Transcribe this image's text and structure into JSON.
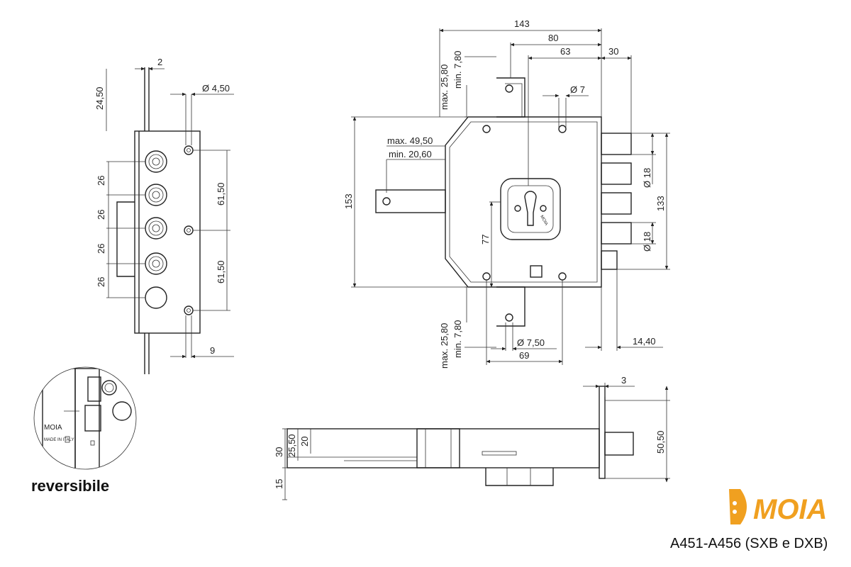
{
  "brand": {
    "name": "MOIA",
    "color": "#f0a020"
  },
  "model": "A451-A456 (SXB e DXB)",
  "badge": "reversibile",
  "inset": {
    "label_brand": "MOIA",
    "label_made": "MADE IN ITALY"
  },
  "lock_marking": "MOIA",
  "side_view": {
    "top_thickness": "2",
    "hole_dia": "Ø 4,50",
    "top_offset": "24,50",
    "bolt_pitch": [
      "26",
      "26",
      "26",
      "26"
    ],
    "hole_spacing": [
      "61,50",
      "61,50"
    ],
    "bottom_offset": "9"
  },
  "front_view": {
    "width_total": "143",
    "backset_80": "80",
    "backset_63": "63",
    "bolt_throw": "30",
    "screw_hole_dia": "Ø 7",
    "keeper_max": "max. 25,80",
    "keeper_min": "min. 7,80",
    "handle_max": "max. 49,50",
    "handle_min": "min. 20,60",
    "height_total": "153",
    "bolt_dia_1": "Ø 18",
    "bolt_span": "133",
    "bolt_dia_2": "Ø 18",
    "cyl_height": "77",
    "bottom_max": "max. 25,80",
    "bottom_min": "min. 7,80",
    "bottom_hole_dia": "Ø 7,50",
    "bottom_width": "69",
    "bolt_proj": "14,40"
  },
  "top_view": {
    "plate": "3",
    "depth": "50,50",
    "d30": "30",
    "d2550": "25,50",
    "d20": "20",
    "d15": "15"
  }
}
